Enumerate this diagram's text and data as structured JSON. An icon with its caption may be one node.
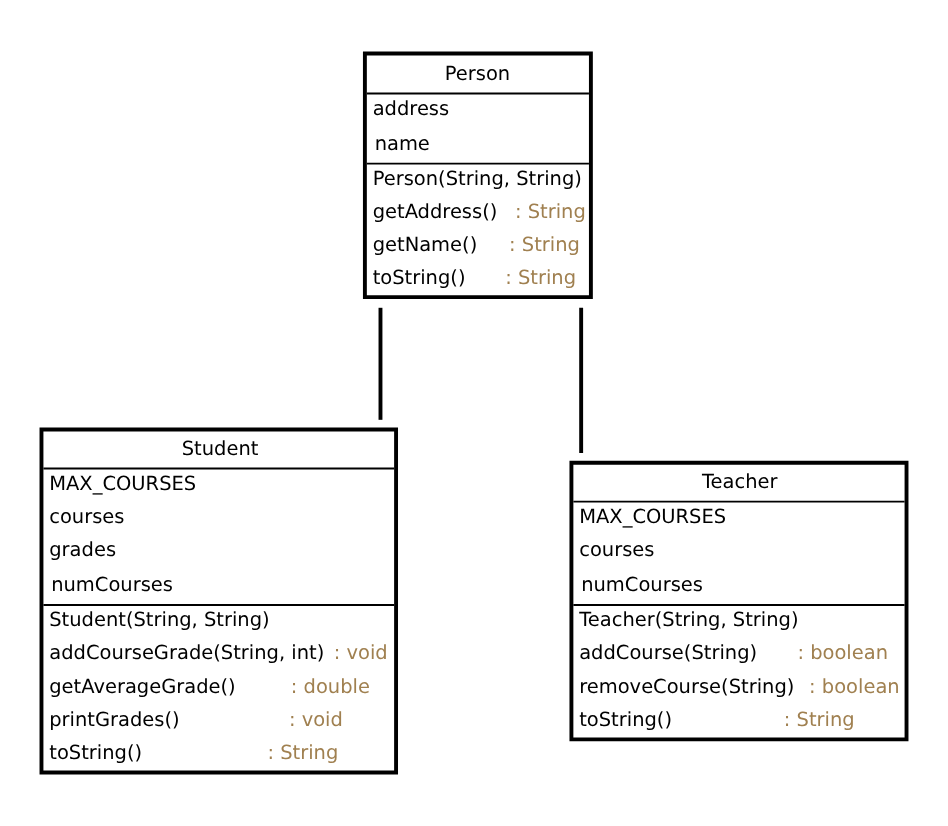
{
  "diagram": {
    "nodes": [
      {
        "text": [
          "Person",
          "address",
          "name",
          "Person(String, String)",
          "getAddress() : String",
          "getName() : String",
          "toString() : String"
        ]
      },
      {
        "text": [
          "Student",
          "MAX_COURSES",
          "courses",
          "grades",
          "numCourses",
          "Student(String, String)",
          "addCourseGrade(String, int) : void",
          "getAverageGrade() : double",
          "printGrades() : void",
          "toString() : String"
        ]
      },
      {
        "text": [
          "Teacher",
          "MAX_COURSES",
          "courses",
          "numCourses",
          "Teacher(String, String)",
          "addCourse(String) : boolean",
          "removeCourse(String) : boolean",
          "toString() : String"
        ]
      }
    ],
    "edges": [
      {
        "from": 1,
        "to": 0,
        "arrow": "none"
      },
      {
        "from": 2,
        "to": 0,
        "arrow": "none"
      }
    ]
  }
}
